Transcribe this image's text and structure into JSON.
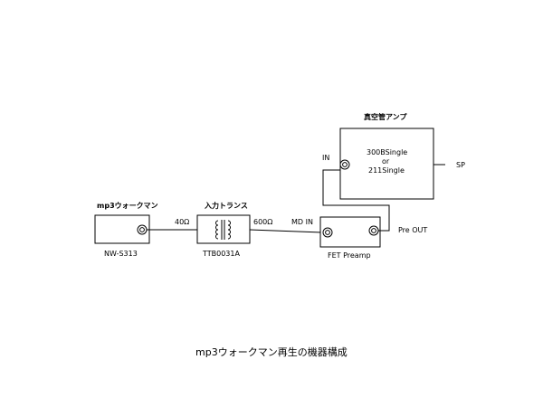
{
  "labels": {
    "walkman_title": "mp3ウォークマン",
    "walkman_model": "NW-S313",
    "impedance_in": "40Ω",
    "transformer_title": "入力トランス",
    "transformer_model": "TTB0031A",
    "impedance_out": "600Ω",
    "md_in": "MD IN",
    "preamp_name": "FET Preamp",
    "pre_out": "Pre OUT",
    "amp_title": "真空管アンプ",
    "amp_line1": "300BSingle",
    "amp_line2": "or",
    "amp_line3": "211Single",
    "amp_in": "IN",
    "speaker": "SP"
  },
  "caption": "mp3ウォークマン再生の機器構成"
}
